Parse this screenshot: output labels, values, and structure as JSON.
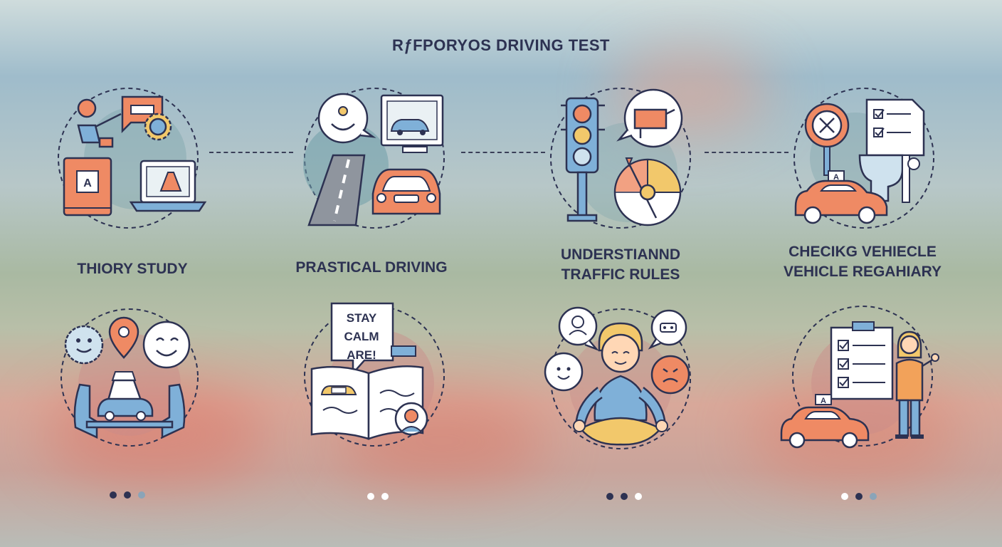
{
  "title": "RƒFPORYOS DRIVING TEST",
  "colors": {
    "navy": "#2d3252",
    "orange": "#ef8a64",
    "blue": "#7fb0d8",
    "yellow": "#f2c86b",
    "teal_circle": "#6f9fa8",
    "dot_light": "#ffffff",
    "dot_mid": "#8aa4b8"
  },
  "steps": [
    {
      "id": "theory",
      "label_lines": [
        "THIORY STUDY"
      ],
      "book_letter": "A",
      "icons": [
        "person-icon",
        "chat-bubble-icon",
        "gear-icon",
        "book-icon",
        "laptop-icon",
        "traffic-cone-icon"
      ]
    },
    {
      "id": "practical",
      "label_lines": [
        "PRASTICAL DRIVING"
      ],
      "icons": [
        "smiley-bubble-icon",
        "monitor-car-icon",
        "road-icon",
        "car-icon"
      ]
    },
    {
      "id": "traffic",
      "label_lines": [
        "UNDERSTIANND",
        "TRAFFIC RULES"
      ],
      "icons": [
        "traffic-light-icon",
        "sign-bubble-icon",
        "compass-icon"
      ]
    },
    {
      "id": "vehicle",
      "label_lines": [
        "CHECIKG VEHIECLE",
        "VEHICLE REGAHIARY"
      ],
      "taxi_letter": "A",
      "icons": [
        "no-entry-sign-icon",
        "checklist-icon",
        "toilet-icon",
        "taxi-icon"
      ]
    }
  ],
  "bottom_row": [
    {
      "id": "calm-hands",
      "icons": [
        "smiley-icon",
        "location-pin-icon",
        "happy-face-icon",
        "hands-icon",
        "car-icon"
      ]
    },
    {
      "id": "stay-calm",
      "sign_lines": [
        "STAY",
        "CALM",
        "ARE!"
      ],
      "icons": [
        "sign-board-icon",
        "open-book-icon",
        "car-icon",
        "person-avatar-icon"
      ]
    },
    {
      "id": "meditation",
      "icons": [
        "user-bubble-icon",
        "message-bubble-icon",
        "smiley-icon",
        "angry-face-icon",
        "meditating-person-icon"
      ]
    },
    {
      "id": "instructor",
      "taxi_letter": "A",
      "icons": [
        "clipboard-checklist-icon",
        "instructor-person-icon",
        "taxi-icon"
      ]
    }
  ],
  "pagination": [
    [
      "dark",
      "dark",
      "mid"
    ],
    [
      "light",
      "light"
    ],
    [
      "dark",
      "dark",
      "light"
    ],
    [
      "light",
      "dark",
      "mid"
    ]
  ]
}
